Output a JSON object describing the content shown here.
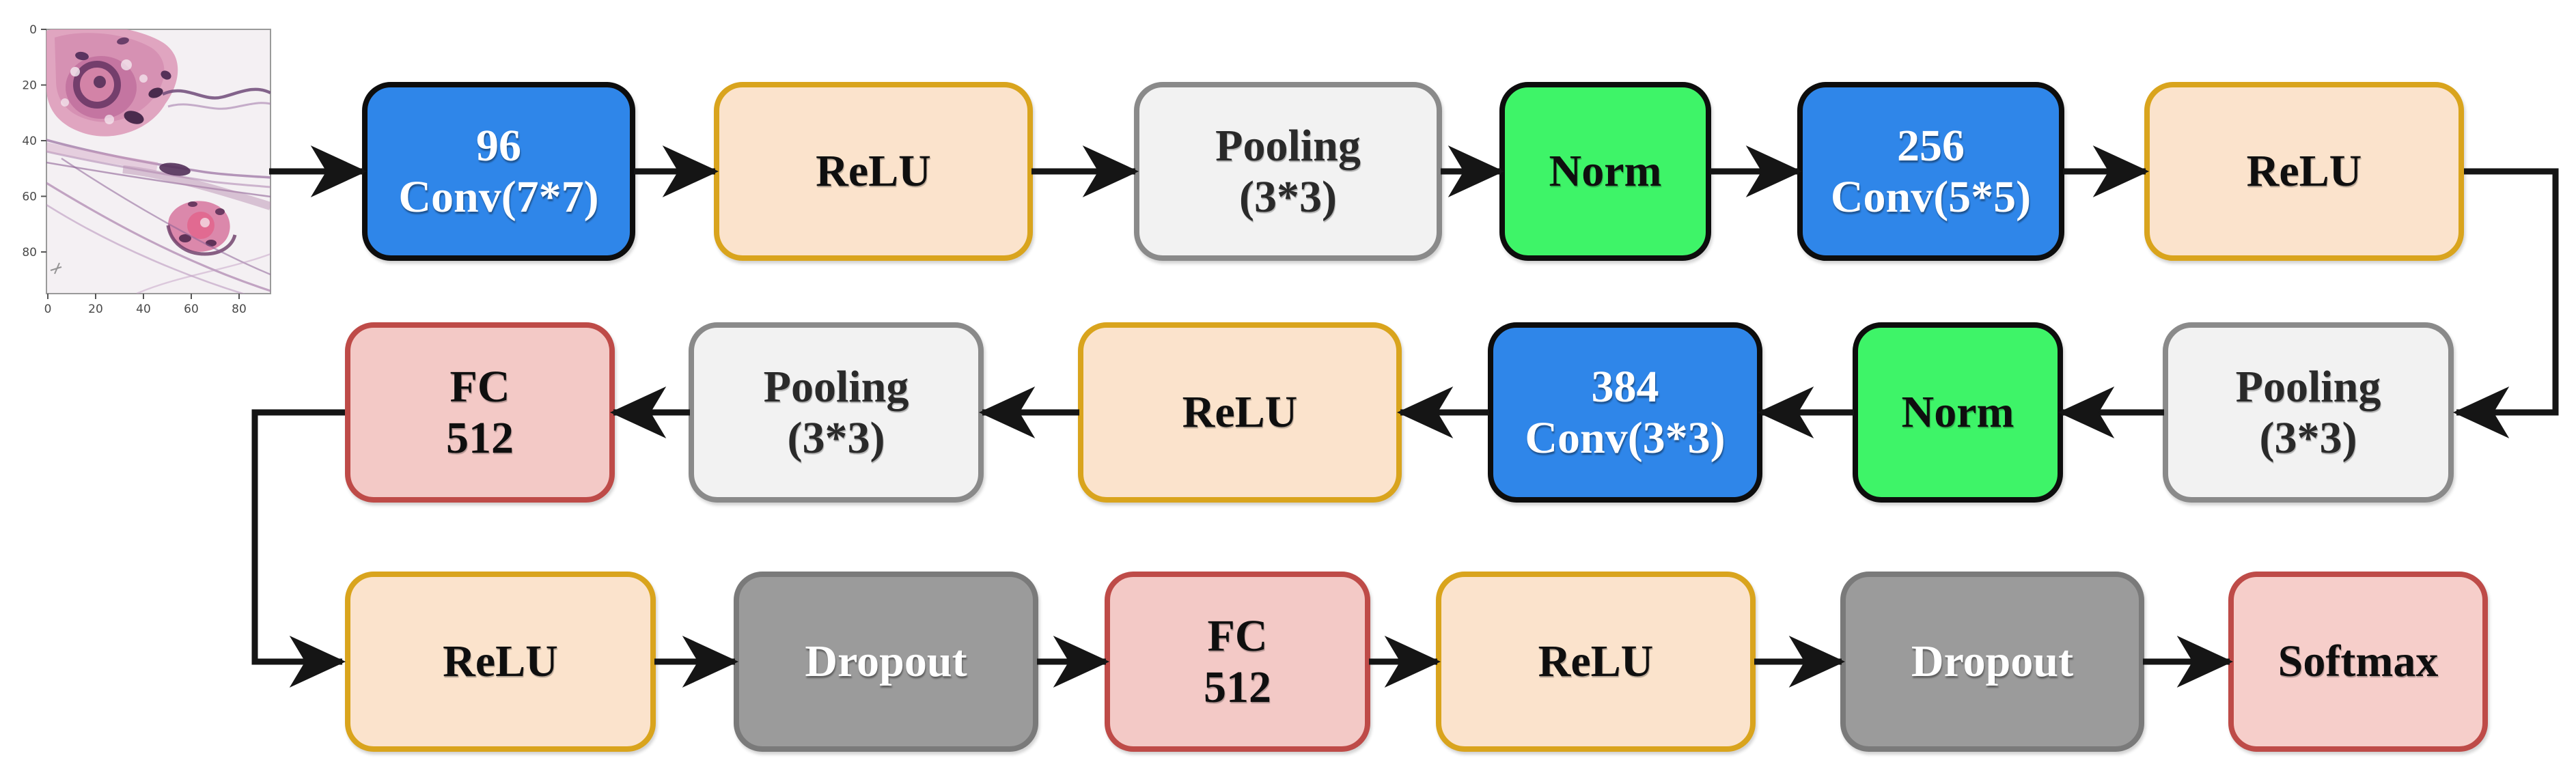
{
  "diagram": {
    "input_image": {
      "x_ticks": [
        "0",
        "20",
        "40",
        "60",
        "80"
      ],
      "y_ticks": [
        "0",
        "20",
        "40",
        "60",
        "80"
      ]
    },
    "palette": {
      "conv": {
        "fill": "#2F86E9",
        "border": "#0d0d0d",
        "text": "#ffffff"
      },
      "activation": {
        "fill": "#FBE3CC",
        "border": "#D9A41D",
        "text": "#0f0f0f"
      },
      "pooling": {
        "fill": "#F2F2F2",
        "border": "#8A8A8A",
        "text": "#2a2a2a"
      },
      "norm": {
        "fill": "#3EF468",
        "border": "#0d0d0d",
        "text": "#0f0f0f"
      },
      "fc": {
        "fill": "#F3C9C6",
        "border": "#BE4B48",
        "text": "#0f0f0f"
      },
      "dropout": {
        "fill": "#9B9B9B",
        "border": "#7A7A7A",
        "text": "#ffffff"
      },
      "output": {
        "fill": "#F6CECA",
        "border": "#BE4B48",
        "text": "#0f0f0f"
      },
      "arrow": "#151515"
    },
    "nodes": [
      {
        "id": "conv96",
        "kind": "conv",
        "lines": [
          "96",
          "Conv(7*7)"
        ]
      },
      {
        "id": "relu1",
        "kind": "activation",
        "lines": [
          "ReLU"
        ]
      },
      {
        "id": "pool1",
        "kind": "pooling",
        "lines": [
          "Pooling",
          "(3*3)"
        ]
      },
      {
        "id": "norm1",
        "kind": "norm",
        "lines": [
          "Norm"
        ]
      },
      {
        "id": "conv256",
        "kind": "conv",
        "lines": [
          "256",
          "Conv(5*5)"
        ]
      },
      {
        "id": "relu2",
        "kind": "activation",
        "lines": [
          "ReLU"
        ]
      },
      {
        "id": "pool2",
        "kind": "pooling",
        "lines": [
          "Pooling",
          "(3*3)"
        ]
      },
      {
        "id": "norm2",
        "kind": "norm",
        "lines": [
          "Norm"
        ]
      },
      {
        "id": "conv384",
        "kind": "conv",
        "lines": [
          "384",
          "Conv(3*3)"
        ]
      },
      {
        "id": "relu3",
        "kind": "activation",
        "lines": [
          "ReLU"
        ]
      },
      {
        "id": "pool3",
        "kind": "pooling",
        "lines": [
          "Pooling",
          "(3*3)"
        ]
      },
      {
        "id": "fc1",
        "kind": "fc",
        "lines": [
          "FC",
          "512"
        ]
      },
      {
        "id": "relu4",
        "kind": "activation",
        "lines": [
          "ReLU"
        ]
      },
      {
        "id": "drop1",
        "kind": "dropout",
        "lines": [
          "Dropout"
        ]
      },
      {
        "id": "fc2",
        "kind": "fc",
        "lines": [
          "FC",
          "512"
        ]
      },
      {
        "id": "relu5",
        "kind": "activation",
        "lines": [
          "ReLU"
        ]
      },
      {
        "id": "drop2",
        "kind": "dropout",
        "lines": [
          "Dropout"
        ]
      },
      {
        "id": "softmax",
        "kind": "output",
        "lines": [
          "Softmax"
        ]
      }
    ],
    "edges": [
      {
        "from": "img",
        "to": "conv96",
        "route": "h"
      },
      {
        "from": "conv96",
        "to": "relu1",
        "route": "h"
      },
      {
        "from": "relu1",
        "to": "pool1",
        "route": "h"
      },
      {
        "from": "pool1",
        "to": "norm1",
        "route": "h"
      },
      {
        "from": "norm1",
        "to": "conv256",
        "route": "h"
      },
      {
        "from": "conv256",
        "to": "relu2",
        "route": "h"
      },
      {
        "from": "relu2",
        "to": "pool2",
        "route": "down-right"
      },
      {
        "from": "pool2",
        "to": "norm2",
        "route": "h"
      },
      {
        "from": "norm2",
        "to": "conv384",
        "route": "h"
      },
      {
        "from": "conv384",
        "to": "relu3",
        "route": "h"
      },
      {
        "from": "relu3",
        "to": "pool3",
        "route": "h"
      },
      {
        "from": "pool3",
        "to": "fc1",
        "route": "h"
      },
      {
        "from": "fc1",
        "to": "relu4",
        "route": "down-left"
      },
      {
        "from": "relu4",
        "to": "drop1",
        "route": "h"
      },
      {
        "from": "drop1",
        "to": "fc2",
        "route": "h"
      },
      {
        "from": "fc2",
        "to": "relu5",
        "route": "h"
      },
      {
        "from": "relu5",
        "to": "drop2",
        "route": "h"
      },
      {
        "from": "drop2",
        "to": "softmax",
        "route": "h"
      }
    ]
  }
}
